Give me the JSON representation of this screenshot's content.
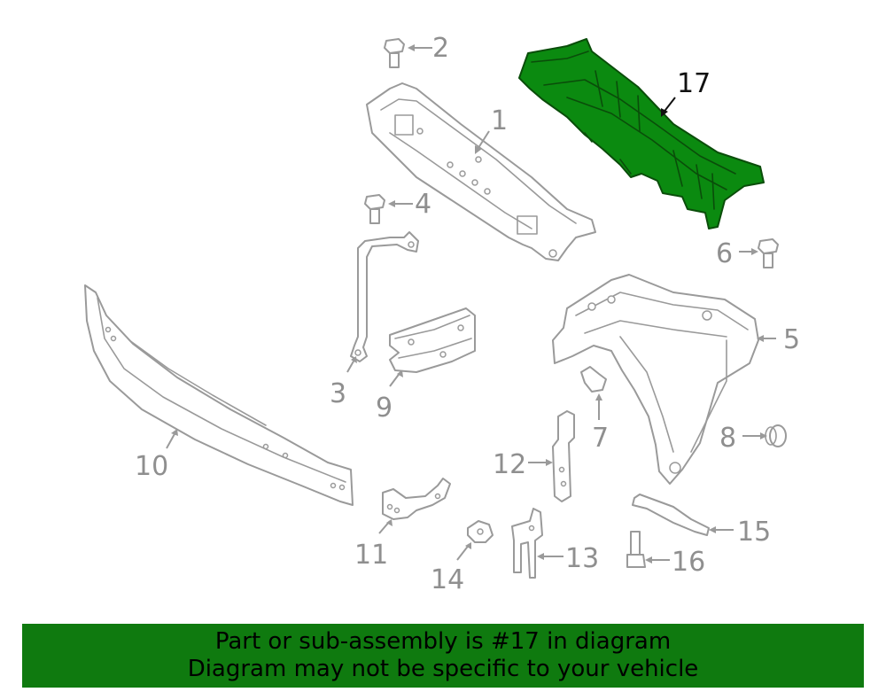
{
  "highlight": {
    "part_number": "17",
    "color": "#0b8a10"
  },
  "callouts": {
    "c1": "1",
    "c2": "2",
    "c3": "3",
    "c4": "4",
    "c5": "5",
    "c6": "6",
    "c7": "7",
    "c8": "8",
    "c9": "9",
    "c10": "10",
    "c11": "11",
    "c12": "12",
    "c13": "13",
    "c14": "14",
    "c15": "15",
    "c16": "16",
    "c17": "17"
  },
  "banner": {
    "line1": "Part or sub-assembly is #17 in diagram",
    "line2": "Diagram may not be specific to your vehicle",
    "color": "#0f7a0f"
  }
}
